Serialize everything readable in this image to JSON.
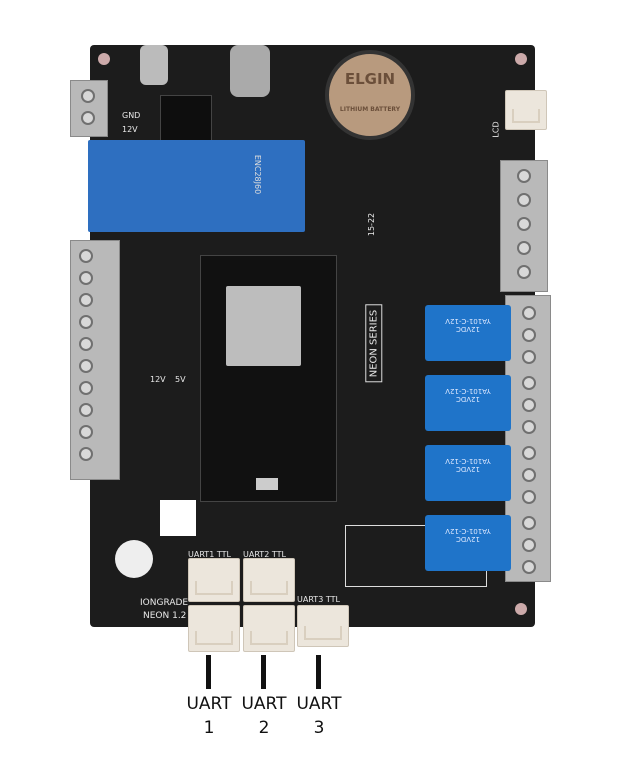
{
  "board": {
    "brand": "IONGRADE",
    "model": "NEON 1.2",
    "series": "NEON SERIES",
    "date_code": "15-22",
    "power_labels": [
      "GND",
      "12V"
    ],
    "jumper_labels": [
      "12V",
      "5V"
    ],
    "lcd_label": "LCD",
    "battery_text": [
      "ELGIN",
      "LITHIUM BATTERY"
    ],
    "module_label": "ENC28J60",
    "relay_text": [
      "12VDC",
      "YA101-C-12V"
    ],
    "uart_connectors": [
      "UART1 TTL",
      "UART2 TTL",
      "UART3 TTL"
    ]
  },
  "annotations": [
    {
      "label": "UART",
      "number": "1"
    },
    {
      "label": "UART",
      "number": "2"
    },
    {
      "label": "UART",
      "number": "3"
    }
  ]
}
